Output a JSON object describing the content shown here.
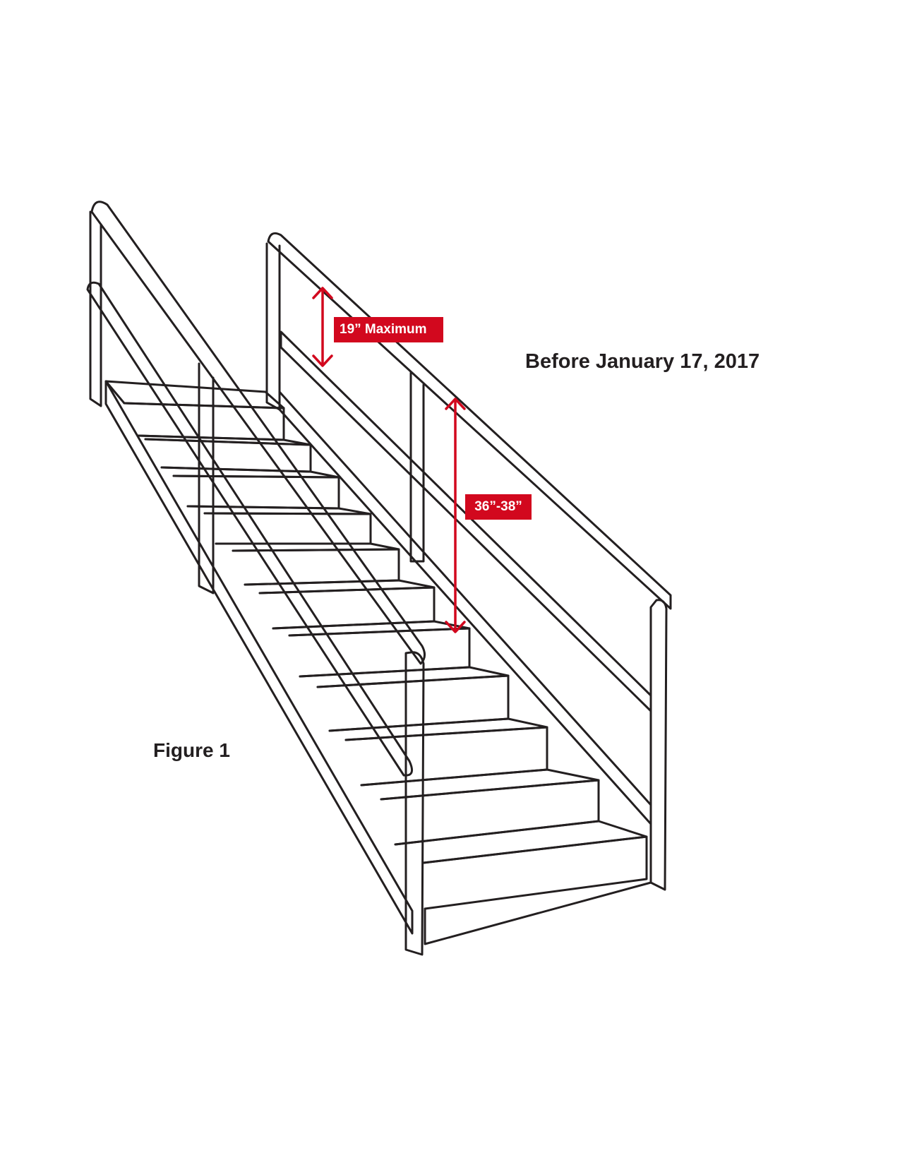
{
  "diagram": {
    "heading": "Before January 17, 2017",
    "caption": "Figure 1",
    "dimensions": {
      "midrail_gap": "19” Maximum",
      "handrail_height": "36”-38”"
    },
    "colors": {
      "line": "#231f20",
      "dimension": "#d2081e",
      "background": "#ffffff"
    }
  }
}
